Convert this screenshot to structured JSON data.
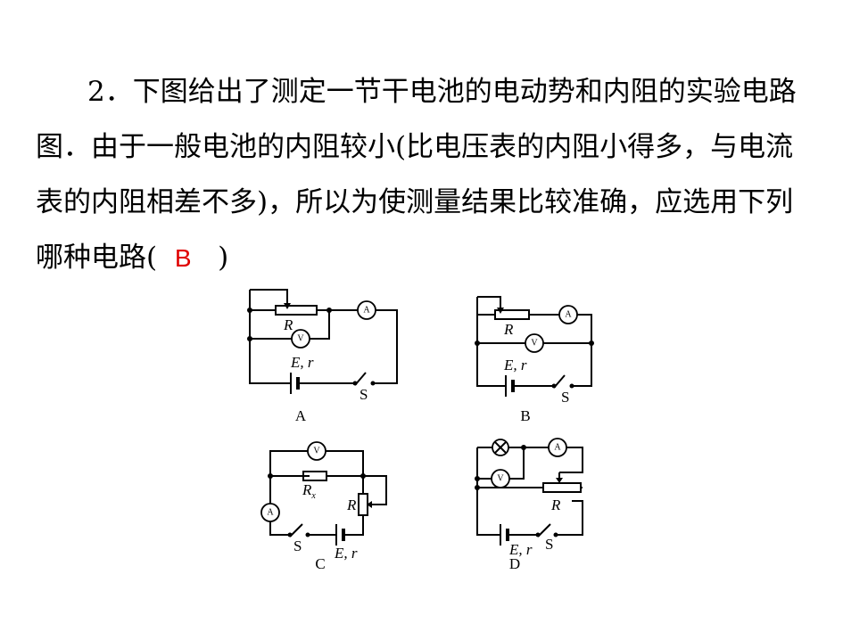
{
  "question": {
    "number": "2．",
    "line1": "下图给出了测定一节干电池的电动势和内阻的实验电路",
    "line2": "图．由于一般电池的内阻较小(比电压表的内阻小得多，与电流",
    "line3": "表的内阻相差不多)，所以为使测量结果比较准确，应选用下列",
    "line4_prefix": "哪种电路(",
    "answer": "B",
    "line4_suffix": ")"
  },
  "circuits": {
    "a": {
      "caption": "A",
      "r_label": "R",
      "emf_label": "E, r",
      "switch_label": "S",
      "ammeter": "A",
      "voltmeter": "V"
    },
    "b": {
      "caption": "B",
      "r_label": "R",
      "emf_label": "E, r",
      "switch_label": "S",
      "ammeter": "A",
      "voltmeter": "V"
    },
    "c": {
      "caption": "C",
      "r_label": "R",
      "rx_label": "R",
      "rx_sub": "x",
      "emf_label": "E, r",
      "switch_label": "S",
      "ammeter": "A",
      "voltmeter": "V"
    },
    "d": {
      "caption": "D",
      "r_label": "R",
      "emf_label": "E, r",
      "switch_label": "S",
      "ammeter": "A",
      "voltmeter": "V"
    }
  }
}
